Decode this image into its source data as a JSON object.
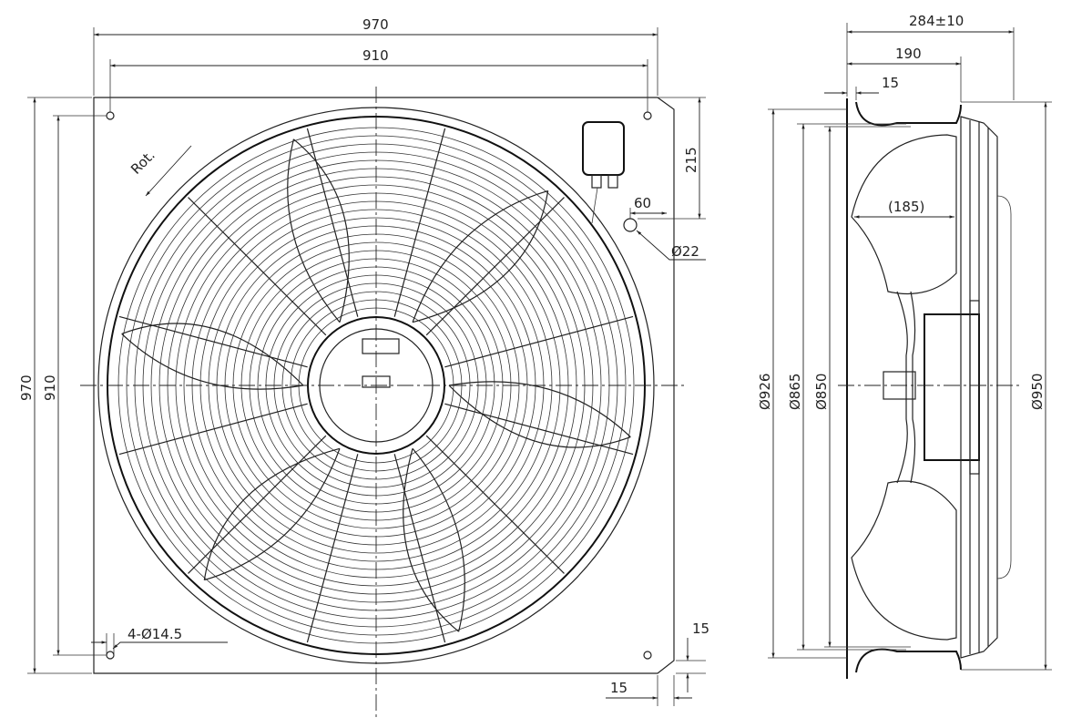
{
  "front_view": {
    "width_outer": "970",
    "width_holes": "910",
    "height_outer": "970",
    "height_holes": "910",
    "box_offset": "215",
    "box_hole_offset": "60",
    "cable_hole": "Ø22",
    "rotation": "Rot.",
    "mount_holes": "4-Ø14.5",
    "edge_bottom": "15",
    "edge_right": "15"
  },
  "side_view": {
    "depth_total": "284±10",
    "depth_ring": "190",
    "flange": "15",
    "blade_depth": "(185)",
    "dia_926": "Ø926",
    "dia_865": "Ø865",
    "dia_850": "Ø850",
    "dia_950": "Ø950"
  }
}
